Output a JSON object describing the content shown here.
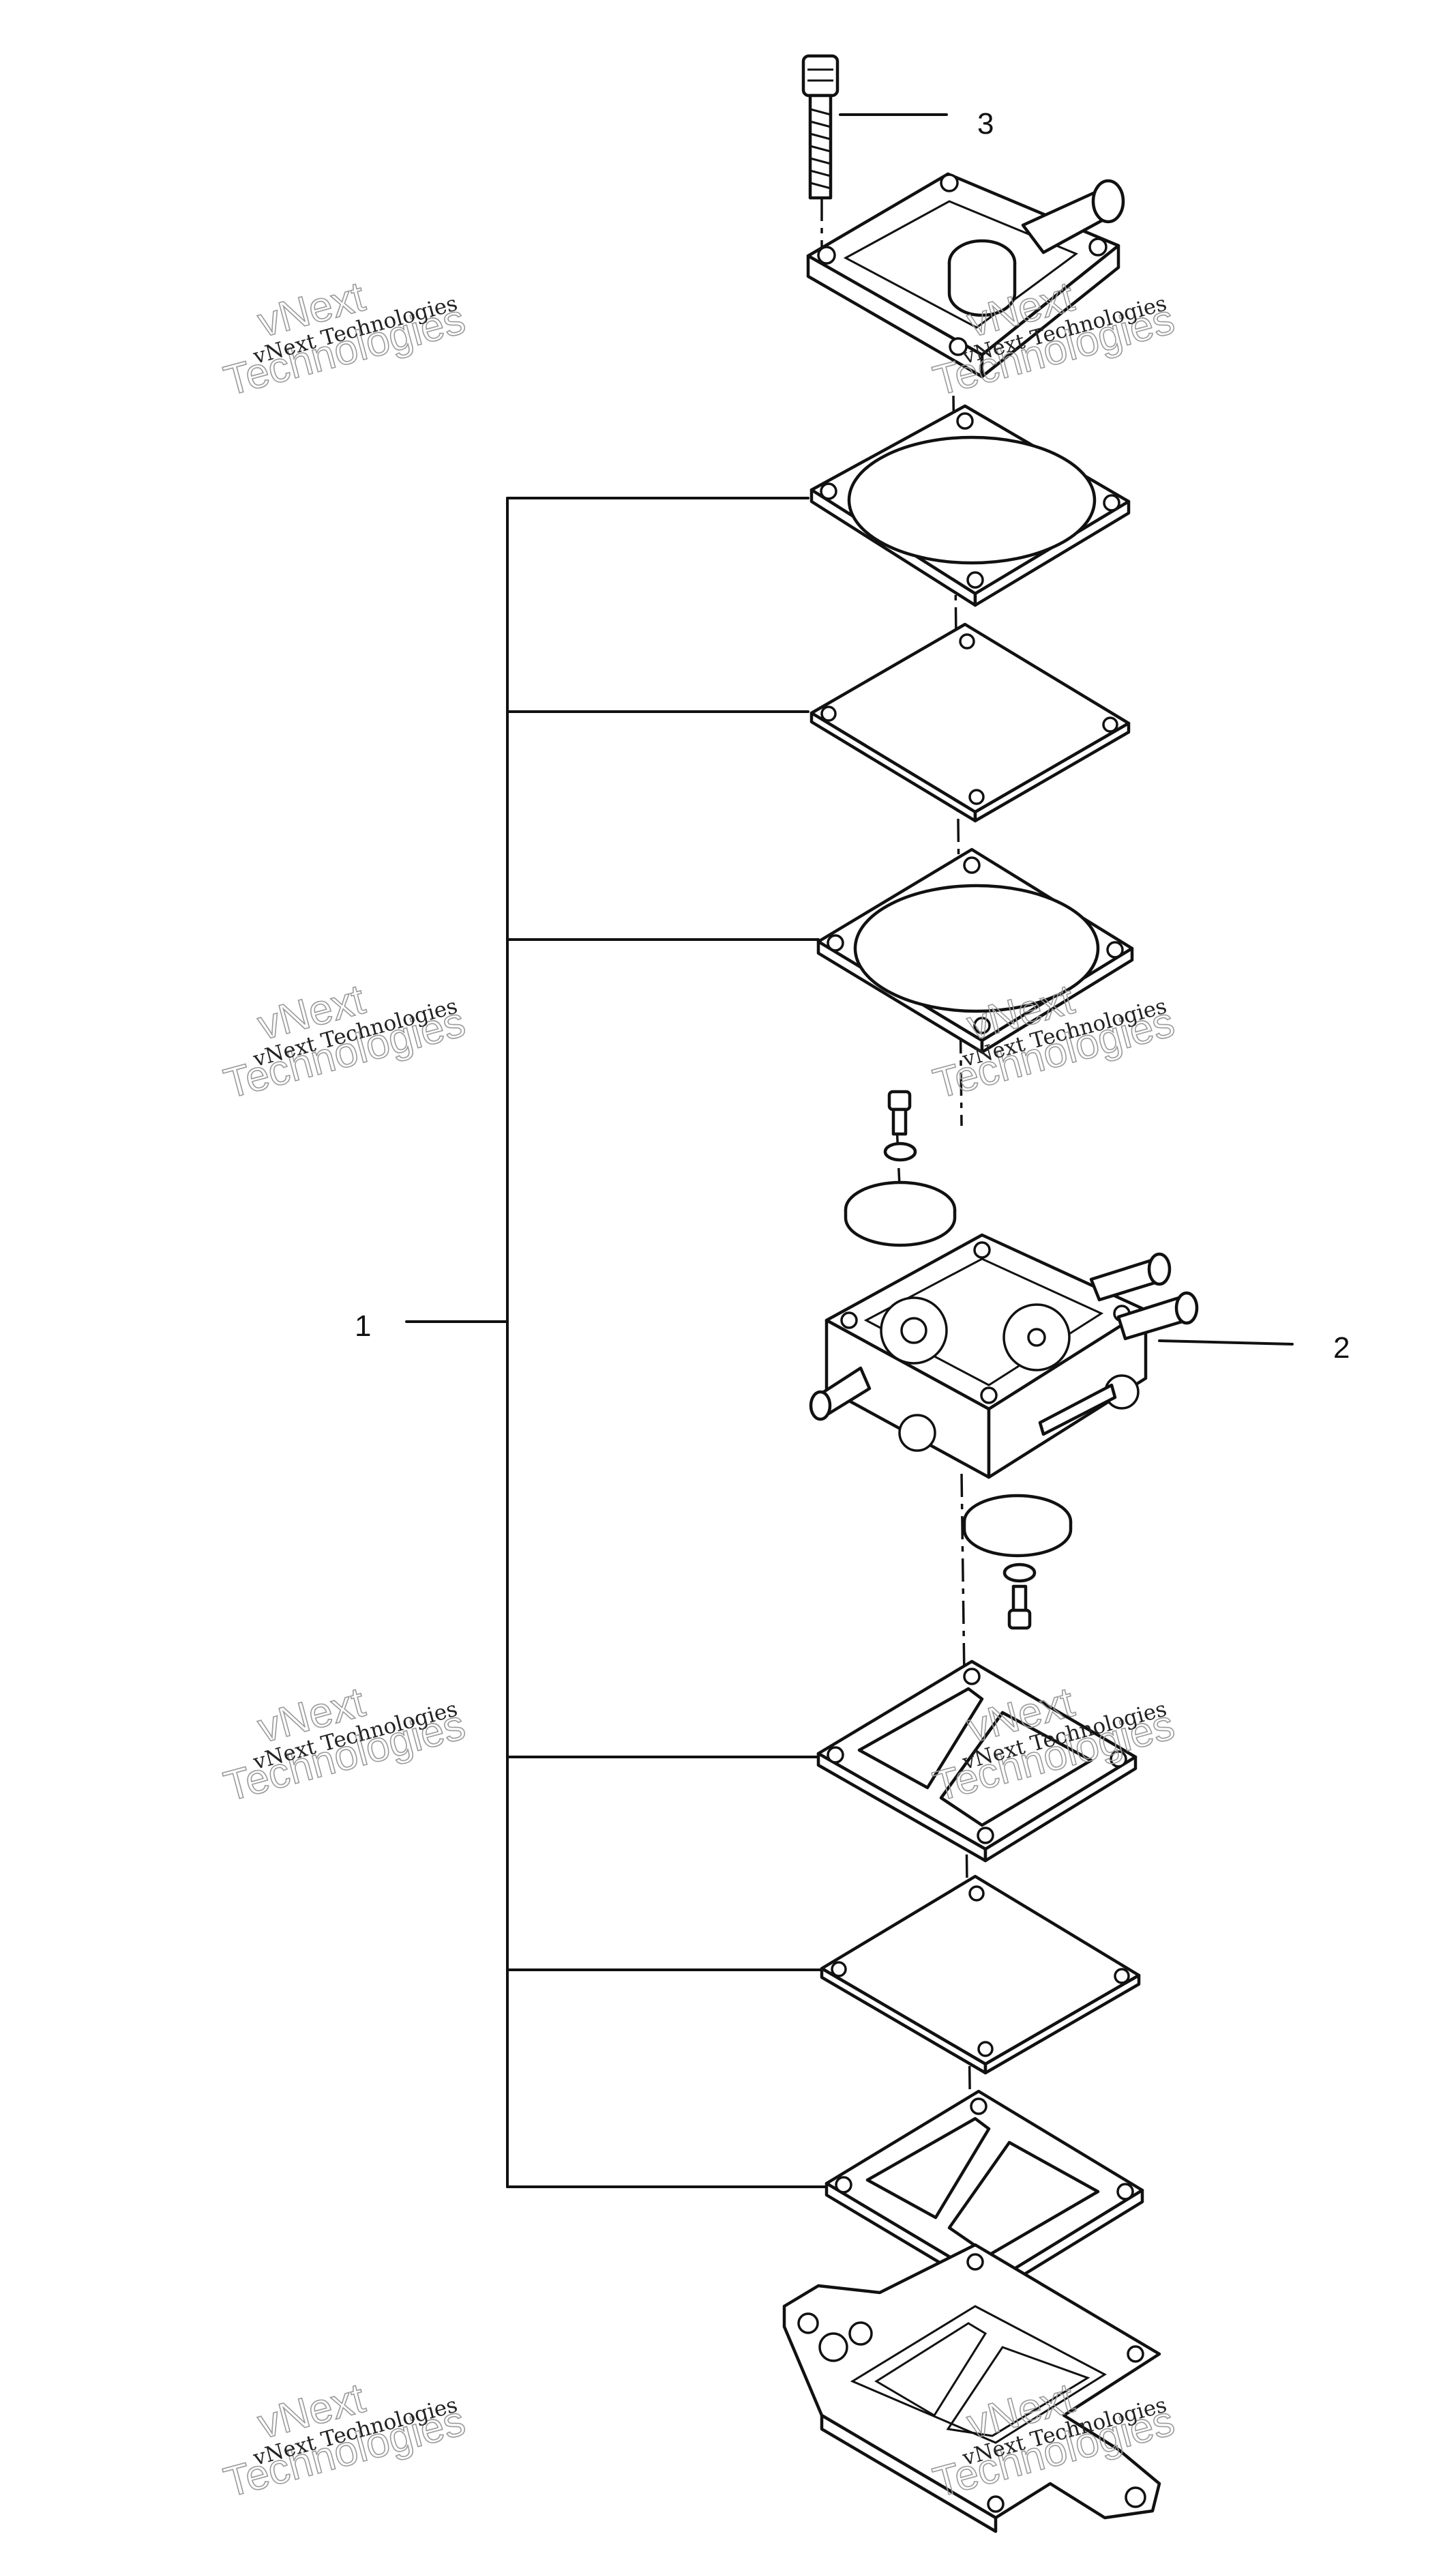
{
  "diagram": {
    "callouts": [
      {
        "id": "1",
        "label": "1"
      },
      {
        "id": "2",
        "label": "2"
      },
      {
        "id": "3",
        "label": "3"
      }
    ],
    "watermark": {
      "line1": "vNext Technologies",
      "line2a": "vNext",
      "line2b": "Technologies"
    }
  }
}
